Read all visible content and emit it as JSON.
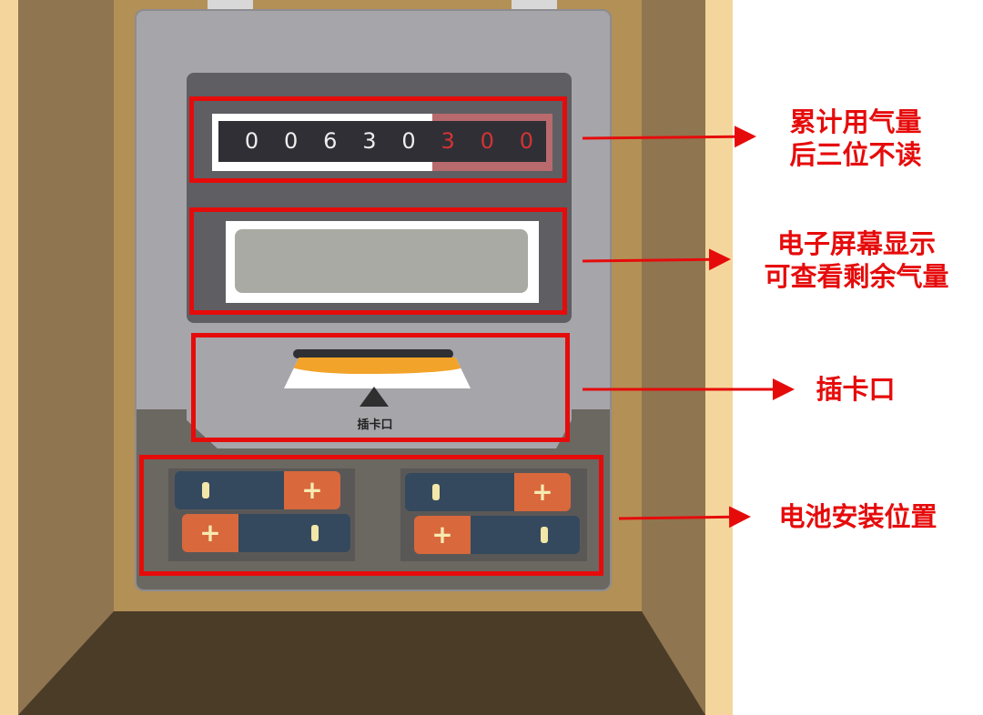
{
  "counter": {
    "digits_read": [
      "0",
      "0",
      "6",
      "3",
      "0"
    ],
    "digits_unread": [
      "3",
      "0",
      "0"
    ]
  },
  "slot_label": "插卡口",
  "annotations": [
    {
      "lines": [
        "累计用气量",
        "后三位不读"
      ]
    },
    {
      "lines": [
        "电子屏幕显示",
        "可查看剩余气量"
      ]
    },
    {
      "lines": [
        "插卡口"
      ]
    },
    {
      "lines": [
        "电池安装位置"
      ]
    }
  ],
  "colors": {
    "annotation": "#e60b0b",
    "battery_negative": "#34495e",
    "battery_positive": "#d9683c",
    "card": "#f2a32a"
  }
}
